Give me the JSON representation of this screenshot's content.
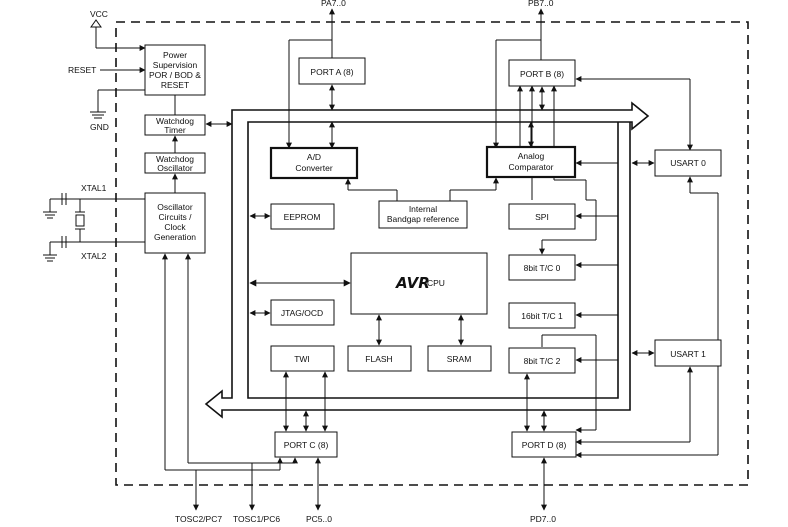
{
  "pins": {
    "vcc": "VCC",
    "reset": "RESET",
    "gnd": "GND",
    "xtal1": "XTAL1",
    "xtal2": "XTAL2",
    "pa": "PA7..0",
    "pb": "PB7..0",
    "tosc2": "TOSC2/PC7",
    "tosc1": "TOSC1/PC6",
    "pc": "PC5..0",
    "pd": "PD7..0"
  },
  "blocks": {
    "power": [
      "Power",
      "Supervision",
      "POR / BOD &",
      "RESET"
    ],
    "watchdog_timer": [
      "Watchdog",
      "Timer"
    ],
    "watchdog_osc": [
      "Watchdog",
      "Oscillator"
    ],
    "osc_circuits": [
      "Oscillator",
      "Circuits /",
      "Clock",
      "Generation"
    ],
    "port_a": "PORT A (8)",
    "port_b": "PORT B (8)",
    "port_c": "PORT C (8)",
    "port_d": "PORT D (8)",
    "adc": [
      "A/D",
      "Converter"
    ],
    "analog_comp": [
      "Analog",
      "Comparator"
    ],
    "eeprom": "EEPROM",
    "bandgap": [
      "Internal",
      "Bandgap reference"
    ],
    "spi": "SPI",
    "cpu_logo": "AVR",
    "cpu_label": "CPU",
    "timer0": "8bit T/C 0",
    "jtag": "JTAG/OCD",
    "timer1": "16bit T/C 1",
    "twi": "TWI",
    "flash": "FLASH",
    "sram": "SRAM",
    "timer2": "8bit T/C 2",
    "usart0": "USART 0",
    "usart1": "USART 1"
  }
}
